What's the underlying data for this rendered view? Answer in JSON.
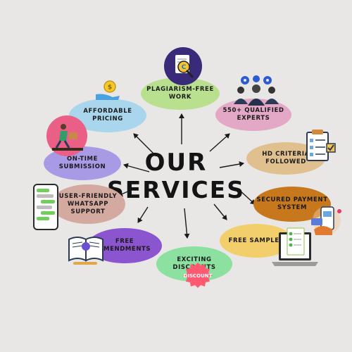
{
  "title": {
    "line1": "OUR",
    "line2": "SERVICES"
  },
  "colors": {
    "background": "#e9e6e6",
    "arrow": "#1a1a1a",
    "plagiarism": "#b9e08f",
    "experts": "#e2a8c6",
    "criteria": "#e0c08e",
    "payment": "#c8781c",
    "samples": "#f2cf6a",
    "discounts": "#8ce0a0",
    "amendments": "#8b55cf",
    "whatsapp": "#d4aaa0",
    "ontime": "#a99ae6",
    "pricing": "#a9d6ec"
  },
  "services": {
    "plagiarism": "PLAGIARISM-FREE\nWORK",
    "experts": "550+ QUALIFIED\nEXPERTS",
    "criteria": "HD CRITERIA\nFOLLOWED",
    "payment": "SECURED PAYMENT\nSYSTEM",
    "samples": "FREE SAMPLES",
    "discounts": "EXCITING\nDISCOUNTS",
    "amendments": "FREE\nAMENDMENTS",
    "whatsapp": "USER-FRIENDLY\nWHATSAPP\nSUPPORT",
    "ontime": "ON-TIME\nSUBMISSION",
    "pricing": "AFFORDABLE\nPRICING"
  },
  "badges": {
    "discount": "DISCOUNT"
  },
  "icons": {
    "plagiarism": "magnifier-document-icon",
    "experts": "team-gears-icon",
    "criteria": "clipboard-checklist-icon",
    "payment": "phone-card-payment-icon",
    "samples": "laptop-checklist-icon",
    "discounts": "discount-seal-icon",
    "amendments": "open-book-icon",
    "whatsapp": "phone-chat-icon",
    "ontime": "delivery-person-icon",
    "pricing": "hand-coin-icon"
  }
}
